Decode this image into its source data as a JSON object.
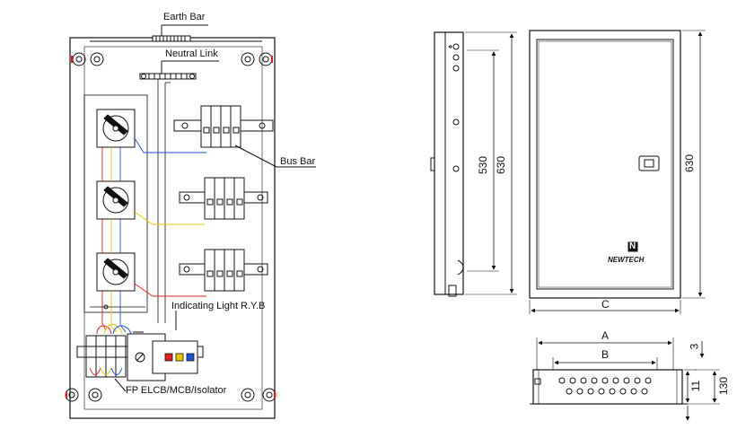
{
  "labels": {
    "earth_bar": "Earth Bar",
    "neutral_link": "Neutral Link",
    "bus_bar": "Bus Bar",
    "indicating_light": "Indicating Light R.Y.B",
    "fp_elcb": "FP ELCB/MCB/Isolator"
  },
  "side_view": {
    "dim_530": "530",
    "dim_630": "630"
  },
  "front_view": {
    "dim_630": "630",
    "dim_c": "C",
    "brand": "NEWTECH",
    "brand_mark": "N"
  },
  "top_view": {
    "dim_a": "A",
    "dim_b": "B",
    "dim_3": "3",
    "dim_11": "11",
    "dim_130": "130"
  },
  "colors": {
    "red": "#e02020",
    "yellow": "#e8c800",
    "blue": "#2050d0",
    "line": "#111111"
  }
}
